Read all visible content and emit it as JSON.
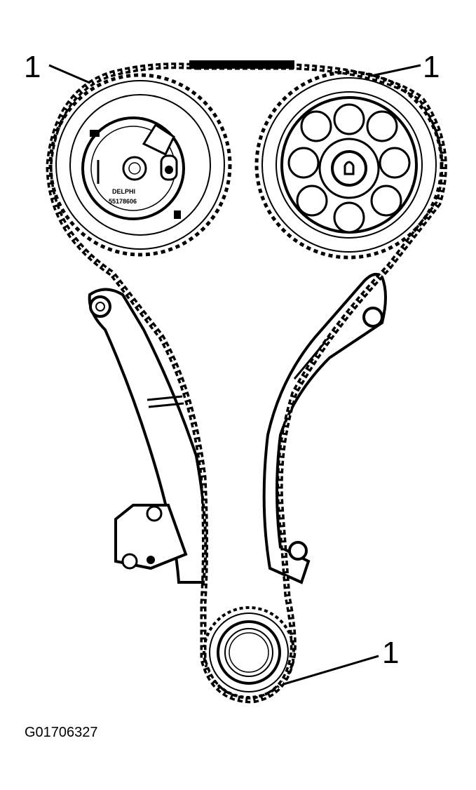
{
  "diagram": {
    "callouts": [
      "1",
      "1",
      "1"
    ],
    "sprocket_labels": {
      "brand": "DELPHI",
      "part_number": "55178606"
    },
    "figure_id": "G01706327",
    "parts": {
      "chain": "timing-chain",
      "intake_sprocket": "camshaft-sprocket-with-phaser",
      "exhaust_sprocket": "camshaft-sprocket",
      "crank_sprocket": "crankshaft-sprocket",
      "left_guide": "tensioner-rail",
      "right_guide": "fixed-chain-guide",
      "tensioner": "chain-tensioner"
    },
    "colors": {
      "ink": "#000000",
      "paper": "#ffffff"
    }
  }
}
